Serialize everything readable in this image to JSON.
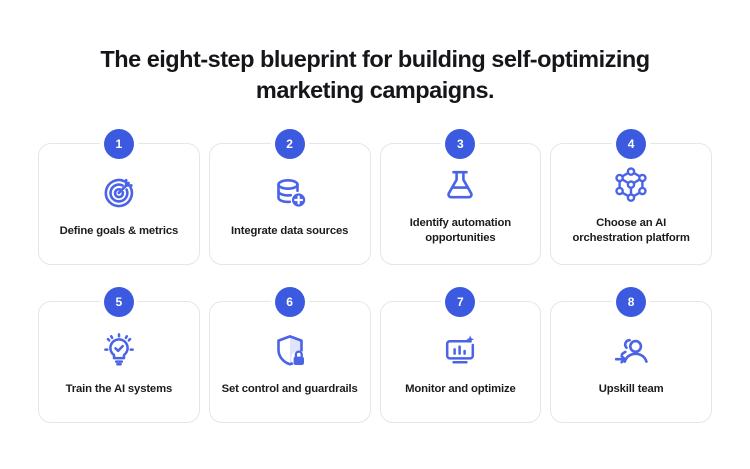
{
  "colors": {
    "accent": "#3c5ae0",
    "icon": "#4a63e7",
    "icon_soft": "#dfe4fb",
    "background": "#ffffff",
    "card_border": "#e6e6e8",
    "title_text": "#15161a",
    "label_text": "#1b1c20",
    "badge_text": "#ffffff"
  },
  "header": {
    "title": "The eight-step blueprint for building self-optimizing marketing campaigns."
  },
  "steps": [
    {
      "number": "1",
      "label": "Define goals & metrics",
      "icon": "target-arrow-icon"
    },
    {
      "number": "2",
      "label": "Integrate data sources",
      "icon": "database-plus-icon"
    },
    {
      "number": "3",
      "label": "Identify automation opportunities",
      "icon": "flask-icon"
    },
    {
      "number": "4",
      "label": "Choose an AI orchestration platform",
      "icon": "node-network-icon"
    },
    {
      "number": "5",
      "label": "Train the AI systems",
      "icon": "lightbulb-check-icon"
    },
    {
      "number": "6",
      "label": "Set control and guardrails",
      "icon": "shield-lock-icon"
    },
    {
      "number": "7",
      "label": "Monitor and optimize",
      "icon": "monitor-chart-star-icon"
    },
    {
      "number": "8",
      "label": "Upskill team",
      "icon": "people-arrow-icon"
    }
  ]
}
